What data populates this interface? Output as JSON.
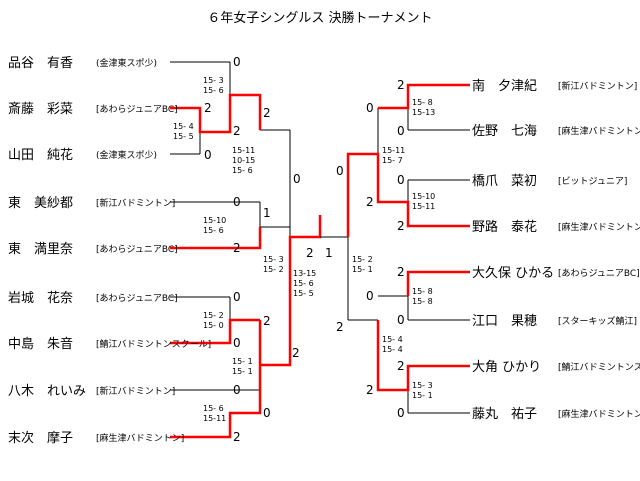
{
  "title": "６年女子シングルス 決勝トーナメント",
  "colors": {
    "winner": "#ff0000",
    "loser": "#000000"
  },
  "left_players": [
    {
      "name": "品谷　有香",
      "club": "(金津東スポ少)"
    },
    {
      "name": "斎藤　彩菜",
      "club": "[あわらジュニアBC]"
    },
    {
      "name": "山田　純花",
      "club": "(金津東スポ少)"
    },
    {
      "name": "東　美紗都",
      "club": "[新江バドミントン]"
    },
    {
      "name": "東　満里奈",
      "club": "[あわらジュニアBC]"
    },
    {
      "name": "岩城　花奈",
      "club": "[あわらジュニアBC]"
    },
    {
      "name": "中島　朱音",
      "club": "[鯖江バドミントンスクール]"
    },
    {
      "name": "八木　れいみ",
      "club": "[新江バドミントン]"
    },
    {
      "name": "末次　摩子",
      "club": "[麻生津バドミントン]"
    }
  ],
  "right_players": [
    {
      "name": "南　夕津紀",
      "club": "[新江バドミントン]"
    },
    {
      "name": "佐野　七海",
      "club": "[麻生津バドミントン]"
    },
    {
      "name": "橋爪　菜初",
      "club": "[ビットジュニア]"
    },
    {
      "name": "野路　泰花",
      "club": "[麻生津バドミントン]"
    },
    {
      "name": "大久保 ひかる",
      "club": "[あわらジュニアBC]"
    },
    {
      "name": "江口　果穂",
      "club": "[スターキッズ鯖江]"
    },
    {
      "name": "大角 ひかり",
      "club": "[鯖江バドミントンスクール]"
    },
    {
      "name": "藤丸　祐子",
      "club": "[麻生津バドミントン]"
    }
  ],
  "scores": {
    "l0": "0",
    "l1a": "2",
    "l1b": "2",
    "l2": "0",
    "l3": "0",
    "l4": "1",
    "l5": "2",
    "l6": "0",
    "l7": "2",
    "l8": "0",
    "l9": "2",
    "l10": "0",
    "l11": "2",
    "l12": "2",
    "l13": "0",
    "l14": "1",
    "l15": "2",
    "r0": "2",
    "r1": "0",
    "r2": "0",
    "r3": "2",
    "r4": "0",
    "r5": "2",
    "r6": "0",
    "r7": "2",
    "r8": "2",
    "r9": "0",
    "r10": "2",
    "r11": "0",
    "r12": "2",
    "r13": "0"
  },
  "game_scores": [
    "15- 3",
    "15- 6",
    "15- 4",
    "15- 5",
    "15-11",
    "10-15",
    "15- 6",
    "15-10",
    "15- 6",
    "15- 2",
    "15- 0",
    "15- 1",
    "15- 1",
    "15- 6",
    "15-11",
    "15- 3",
    "15- 2",
    "13-15",
    "15- 6",
    "15- 5",
    "15- 8",
    "15-13",
    "15-11",
    "15- 7",
    "15-10",
    "15-11",
    "15- 2",
    "15- 1",
    "15- 8",
    "15- 8",
    "15- 4",
    "15- 4",
    "15- 3",
    "15- 1"
  ]
}
